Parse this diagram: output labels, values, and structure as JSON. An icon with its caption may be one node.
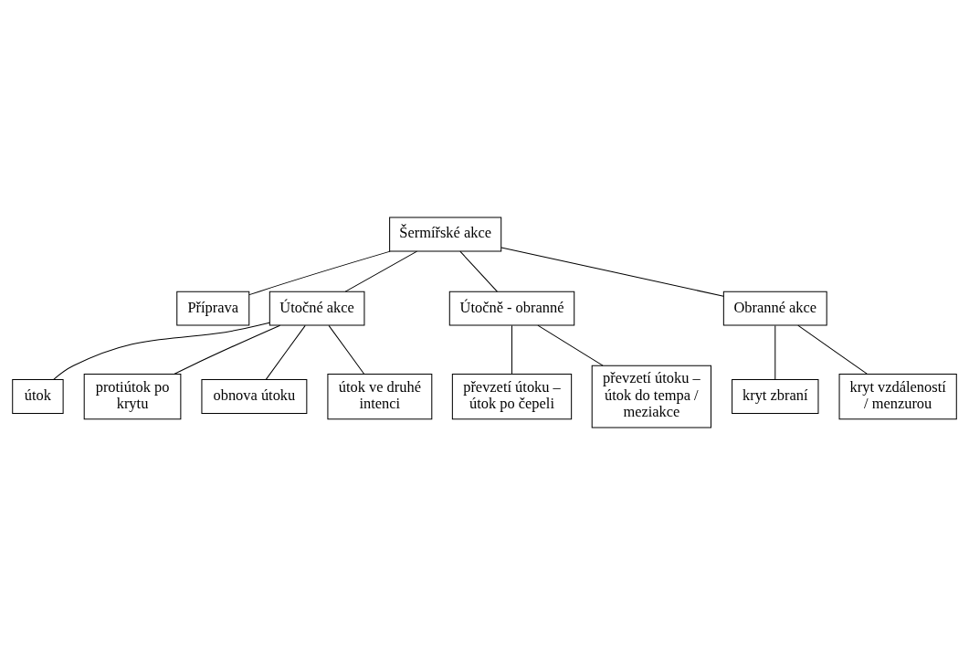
{
  "diagram": {
    "nodes": [
      {
        "text": [
          "Šermířské akce"
        ]
      },
      {
        "text": [
          "Příprava"
        ]
      },
      {
        "text": [
          "Útočné akce"
        ]
      },
      {
        "text": [
          "Útočně - obranné"
        ]
      },
      {
        "text": [
          "Obranné akce"
        ]
      },
      {
        "text": [
          "útok"
        ]
      },
      {
        "text": [
          "protiútok po krytu"
        ]
      },
      {
        "text": [
          "obnova útoku"
        ]
      },
      {
        "text": [
          "útok ve druhé intenci"
        ]
      },
      {
        "text": [
          "převzetí útoku – útok po čepeli"
        ]
      },
      {
        "text": [
          "převzetí útoku – útok do tempa / meziakce"
        ]
      },
      {
        "text": [
          "kryt zbraní"
        ]
      },
      {
        "text": [
          "kryt vzdáleností / menzurou"
        ]
      }
    ],
    "edges": [
      {
        "from": 0,
        "to": 1,
        "arrow": "none"
      },
      {
        "from": 0,
        "to": 2,
        "arrow": "none"
      },
      {
        "from": 0,
        "to": 3,
        "arrow": "none"
      },
      {
        "from": 0,
        "to": 4,
        "arrow": "none"
      },
      {
        "from": 2,
        "to": 5,
        "arrow": "none"
      },
      {
        "from": 2,
        "to": 6,
        "arrow": "none"
      },
      {
        "from": 2,
        "to": 7,
        "arrow": "none"
      },
      {
        "from": 2,
        "to": 8,
        "arrow": "none"
      },
      {
        "from": 3,
        "to": 9,
        "arrow": "none"
      },
      {
        "from": 3,
        "to": 10,
        "arrow": "none"
      },
      {
        "from": 4,
        "to": 11,
        "arrow": "none"
      },
      {
        "from": 4,
        "to": 12,
        "arrow": "none"
      }
    ]
  }
}
